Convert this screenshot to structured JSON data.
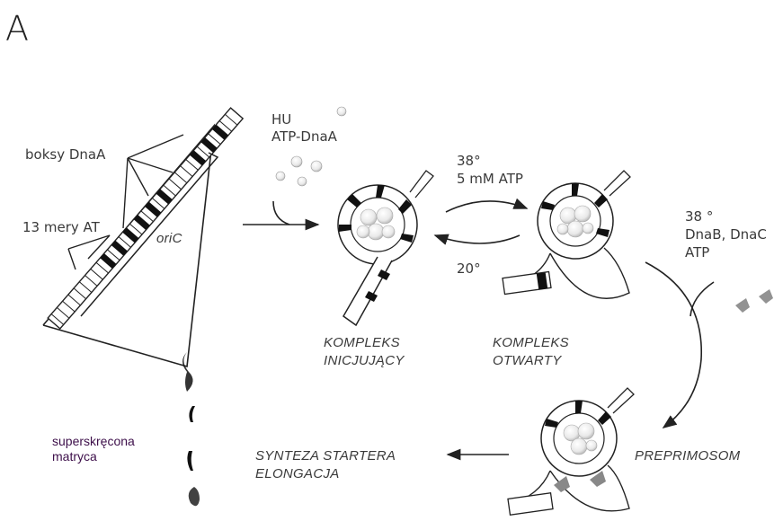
{
  "panel_label": "A",
  "labels": {
    "dnaa_boxes": "boksy DnaA",
    "at_13mers": "13 mery AT",
    "oric": "oriC",
    "hu": "HU",
    "atp_dnaa": "ATP-DnaA",
    "temp_forward": "38°",
    "atp_5mm": "5 mM ATP",
    "temp_reverse": "20°",
    "temp_right": "38 °",
    "dnab_dnac": "DnaB, DnaC",
    "atp": "ATP",
    "initial_complex_1": "KOMPLEKS",
    "initial_complex_2": "INICJUJĄCY",
    "open_complex_1": "KOMPLEKS",
    "open_complex_2": "OTWARTY",
    "preprimosome": "PREPRIMOSOM",
    "synthesis_1": "SYNTEZA STARTERA",
    "synthesis_2": "ELONGACJA",
    "supercoiled_1": "superskręcona",
    "supercoiled_2": "matryca"
  }
}
